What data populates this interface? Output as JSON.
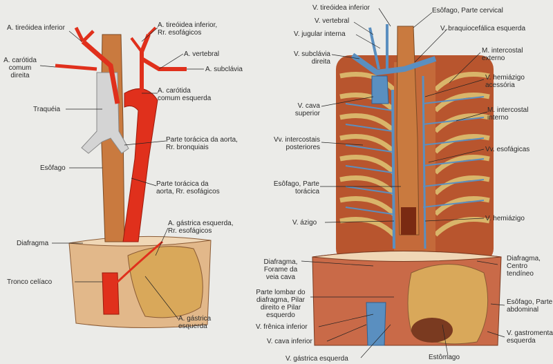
{
  "left_figure": {
    "labels": {
      "tireoidea_inferior": "A. tireóidea inferior",
      "tireoidea_inferior_esof_1": "A. tireóidea inferior,",
      "tireoidea_inferior_esof_2": "Rr. esofágicos",
      "carotida_direita_1": "A. carótida",
      "carotida_direita_2": "comum",
      "carotida_direita_3": "direita",
      "vertebral": "A. vertebral",
      "subclavia": "A. subclávia",
      "traqueia": "Traquéia",
      "carotida_esquerda_1": "A. carótida",
      "carotida_esquerda_2": "comum esquerda",
      "aorta_bronquiais_1": "Parte torácica da aorta,",
      "aorta_bronquiais_2": "Rr. bronquiais",
      "esofago": "Esôfago",
      "aorta_esofagicos_1": "Parte torácica da",
      "aorta_esofagicos_2": "aorta, Rr. esofágicos",
      "gastrica_esof_1": "A. gástrica esquerda,",
      "gastrica_esof_2": "Rr. esofágicos",
      "diafragma": "Diafragma",
      "tronco_celiaco": "Tronco celíaco",
      "gastrica_esq_1": "A. gástrica",
      "gastrica_esq_2": "esquerda"
    }
  },
  "right_figure": {
    "labels": {
      "tireoidea_inferior": "V. tireóidea inferior",
      "esofago_cervical": "Esôfago, Parte cervical",
      "vertebral": "V. vertebral",
      "jugular_interna": "V. jugular interna",
      "braquiocefalica": "V. braquiocefálica esquerda",
      "subclavia_1": "V. subclávia",
      "subclavia_2": "direita",
      "intercostal_externo_1": "M. intercostal",
      "intercostal_externo_2": "externo",
      "hemiazigo_acessoria_1": "V. hemiázigo",
      "hemiazigo_acessoria_2": "acessória",
      "cava_superior_1": "V. cava",
      "cava_superior_2": "superior",
      "intercostal_interno_1": "M. intercostal",
      "intercostal_interno_2": "interno",
      "intercostais_post_1": "Vv. intercostais",
      "intercostais_post_2": "posteriores",
      "esofagicas": "Vv. esofágicas",
      "esofago_toracica_1": "Esôfago, Parte",
      "esofago_toracica_2": "torácica",
      "azigo": "V. ázigo",
      "hemiazigo": "V. hemiázigo",
      "diafragma_forame_1": "Diafragma,",
      "diafragma_forame_2": "Forame da",
      "diafragma_forame_3": "veia cava",
      "centro_tendineo_1": "Diafragma,",
      "centro_tendineo_2": "Centro",
      "centro_tendineo_3": "tendíneo",
      "lombar_1": "Parte lombar do",
      "lombar_2": "diafragma, Pilar",
      "lombar_3": "direito e Pilar",
      "lombar_4": "esquerdo",
      "esofago_abdominal_1": "Esôfago, Parte",
      "esofago_abdominal_2": "abdominal",
      "frenica_inferior": "V. frênica inferior",
      "gastromental_1": "V. gastromental",
      "gastromental_2": "esquerda",
      "cava_inferior": "V. cava inferior",
      "gastrica_esquerda": "V. gástrica esquerda",
      "estomago": "Estômago"
    }
  },
  "colors": {
    "artery": "#e0301c",
    "vein": "#5a8fc0",
    "muscle": "#b8552e",
    "rib": "#d9b56a",
    "esophagus": "#c97a3f",
    "trachea": "#cfcfcf",
    "stomach": "#d9a85a"
  }
}
